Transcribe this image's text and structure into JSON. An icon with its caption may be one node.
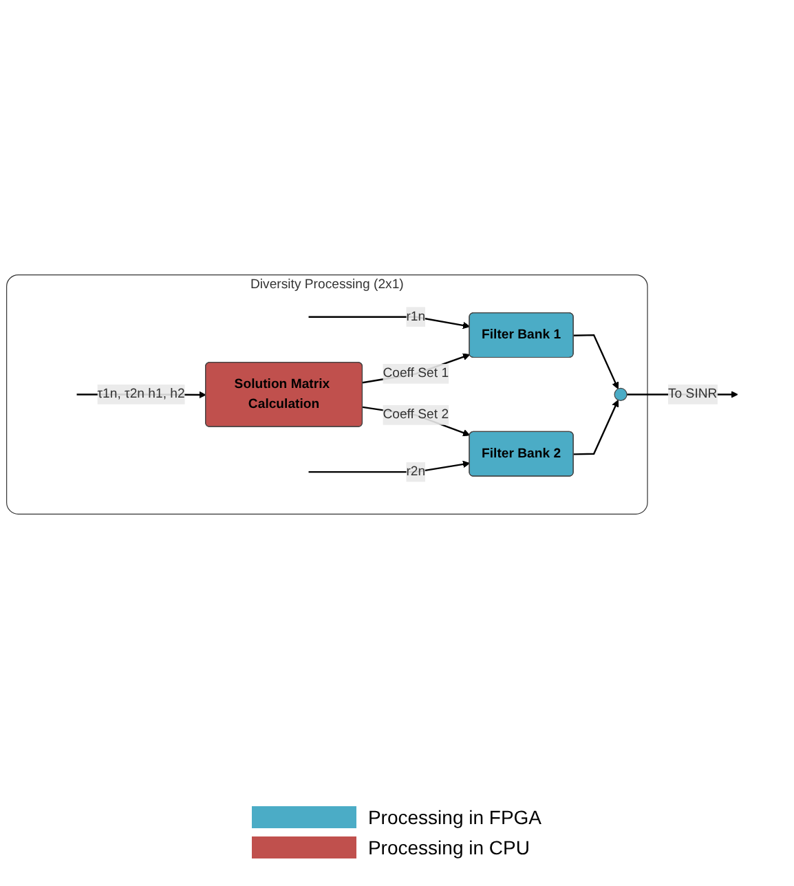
{
  "diagram": {
    "nodes": [
      {
        "text": [
          "Diversity Processing (2x1)"
        ]
      },
      {
        "text": [
          "Filter Bank 1"
        ],
        "in": 0
      },
      {
        "text": [
          "Solution Matrix Calculation"
        ],
        "in": 0
      },
      {
        "text": [
          "Filter Bank 2"
        ],
        "in": 0
      },
      {
        "text": [],
        "shape": "circle",
        "in": 0
      }
    ],
    "edges": [
      {
        "from": null,
        "to": 1,
        "arrow": "to",
        "label": "r1n"
      },
      {
        "from": null,
        "to": 2,
        "arrow": "to",
        "label": "τ1n, τ2n h1, h2"
      },
      {
        "from": null,
        "to": 3,
        "arrow": "to",
        "label": "r2n"
      },
      {
        "from": 2,
        "to": 1,
        "arrow": "to",
        "label": "Coeff Set 1"
      },
      {
        "from": 2,
        "to": 3,
        "arrow": "to",
        "label": "Coeff Set 2"
      },
      {
        "from": 1,
        "to": 4,
        "arrow": "to"
      },
      {
        "from": 3,
        "to": 4,
        "arrow": "to"
      },
      {
        "from": 4,
        "to": null,
        "arrow": "to",
        "label": "To SINR"
      }
    ],
    "legend": [
      {
        "text": "Processing in FPGA",
        "color": "#4bacc6"
      },
      {
        "text": "Processing in CPU",
        "color": "#c0504d"
      }
    ]
  }
}
